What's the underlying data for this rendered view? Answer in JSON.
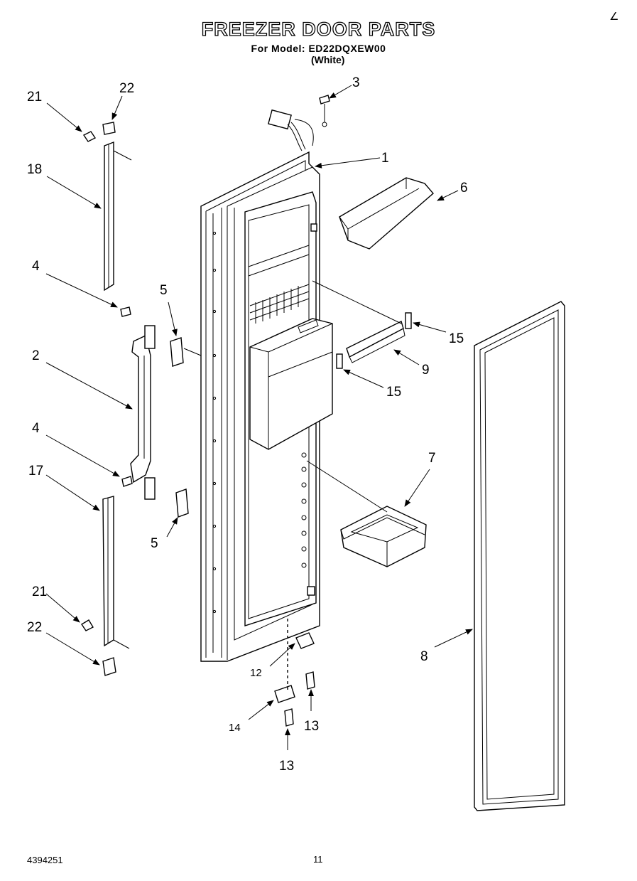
{
  "header": {
    "title": "FREEZER DOOR PARTS",
    "model_line": "For Model: ED22DQXEW00",
    "color": "(White)"
  },
  "footer": {
    "doc_number": "4394251",
    "page": "11"
  },
  "corner_mark": "∠",
  "callouts": {
    "c1": "1",
    "c2": "2",
    "c3": "3",
    "c4a": "4",
    "c4b": "4",
    "c5a": "5",
    "c5b": "5",
    "c6": "6",
    "c7": "7",
    "c8": "8",
    "c9": "9",
    "c12": "12",
    "c13a": "13",
    "c13b": "13",
    "c14": "14",
    "c15a": "15",
    "c15b": "15",
    "c17": "17",
    "c18": "18",
    "c21a": "21",
    "c21b": "21",
    "c22a": "22",
    "c22b": "22"
  }
}
